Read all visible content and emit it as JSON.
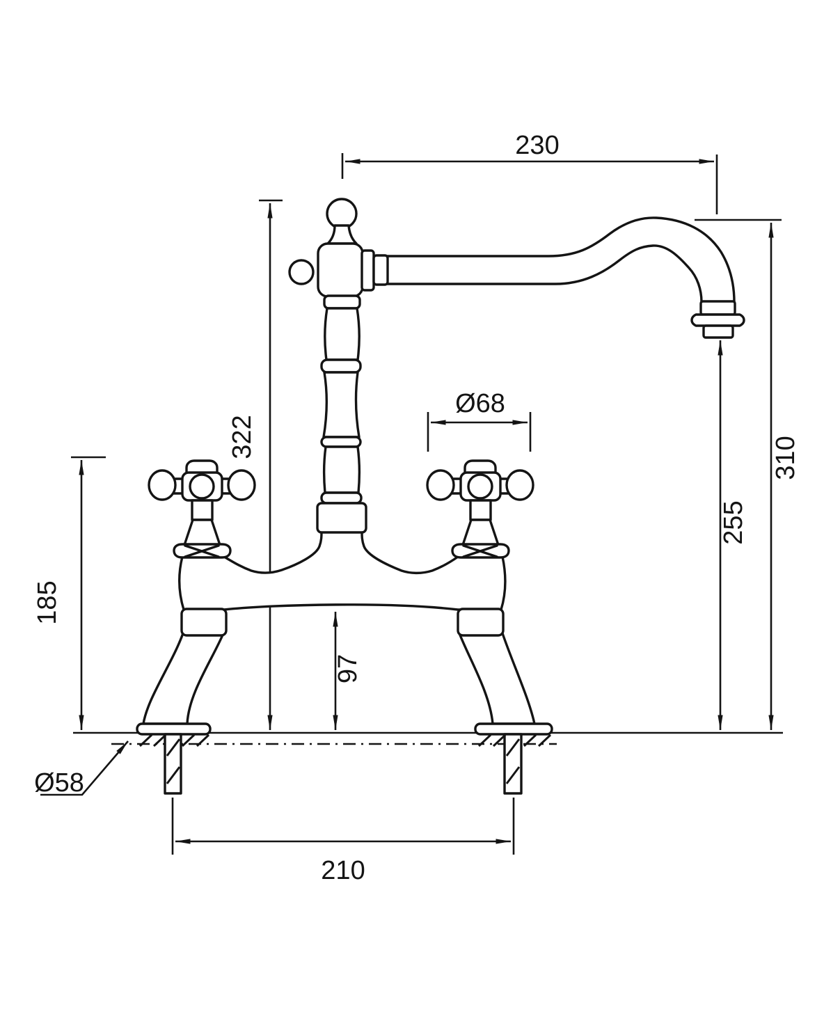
{
  "drawing": {
    "units_note": "",
    "colors": {
      "line": "#141414",
      "background": "#ffffff"
    },
    "dims": {
      "spout_reach": "230",
      "column_height": "322",
      "handle_diameter": "Ø68",
      "spout_top_height": "310",
      "outlet_clearance": "255",
      "handle_height": "185",
      "underbody_clearance": "97",
      "hole_centres": "210",
      "base_diameter": "Ø58"
    }
  }
}
